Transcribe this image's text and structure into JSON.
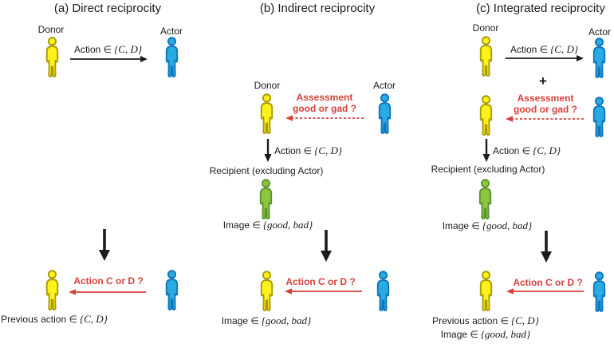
{
  "colors": {
    "yellow_fill": "#FFF21A",
    "yellow_stroke": "#A99B07",
    "blue_fill": "#29ABE2",
    "blue_stroke": "#0E76BC",
    "green_fill": "#8CC63F",
    "green_stroke": "#5B9630",
    "red": "#D8403A",
    "black": "#1C1C1C"
  },
  "panel_a": {
    "title": "(a) Direct reciprocity",
    "donor_label": "Donor",
    "actor_label": "Actor",
    "action": {
      "text": "Action ∈",
      "set": "{C, D}"
    },
    "question": "Action C or D ?",
    "previous_action": {
      "text": "Previous action ∈",
      "set": "{C, D}"
    }
  },
  "panel_b": {
    "title": "(b) Indirect reciprocity",
    "donor_label": "Donor",
    "actor_label": "Actor",
    "assessment": {
      "line1": "Assessment",
      "line2": "good or gad ?"
    },
    "action": {
      "text": "Action ∈",
      "set": "{C, D}"
    },
    "recipient_label": "Recipient (excluding Actor)",
    "image_mid": {
      "text": "Image ∈",
      "set": "{good, bad}"
    },
    "question": "Action C or D ?",
    "image_bottom": {
      "text": "Image ∈",
      "set": "{good, bad}"
    }
  },
  "panel_c": {
    "title": "(c) Integrated reciprocity",
    "donor_label": "Donor",
    "actor_label": "Actor",
    "action_top": {
      "text": "Action ∈",
      "set": "{C, D}"
    },
    "plus": "+",
    "assessment": {
      "line1": "Assessment",
      "line2": "good or gad ?"
    },
    "action_mid": {
      "text": "Action ∈",
      "set": "{C, D}"
    },
    "recipient_label": "Recipient (excluding Actor)",
    "image_mid": {
      "text": "Image ∈",
      "set": "{good, bad}"
    },
    "question": "Action C or D ?",
    "previous_action": {
      "text": "Previous action ∈",
      "set": "{C, D}"
    },
    "image_bottom": {
      "text": "Image ∈",
      "set": "{good, bad}"
    }
  }
}
